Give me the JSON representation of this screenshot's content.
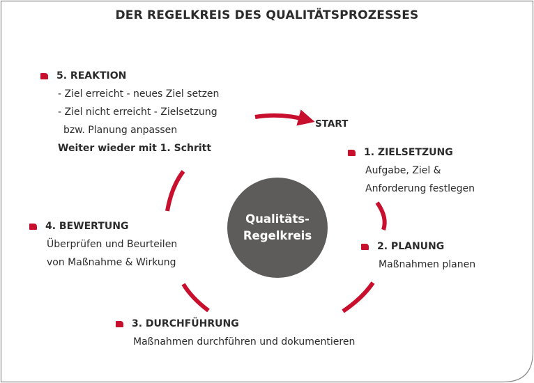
{
  "title": "DER REGELKREIS DES QUALITÄTSPROZESSES",
  "hub": {
    "line1": "Qualitäts-",
    "line2": "Regelkreis"
  },
  "start_label": "START",
  "steps": {
    "reaktion": {
      "heading": "5. REAKTION",
      "lines": [
        "- Ziel erreicht - neues Ziel setzen",
        "- Ziel nicht erreicht - Zielsetzung",
        "bzw. Planung anpassen"
      ],
      "emphasis": "Weiter wieder mit 1. Schritt"
    },
    "zielsetzung": {
      "heading": "1. ZIELSETZUNG",
      "lines": [
        "Aufgabe, Ziel &",
        "Anforderung festlegen"
      ]
    },
    "planung": {
      "heading": "2. PLANUNG",
      "lines": [
        "Maßnahmen planen"
      ]
    },
    "durchfuehrung": {
      "heading": "3. DURCHFÜHRUNG",
      "lines": [
        "Maßnahmen durchführen und dokumentieren"
      ]
    },
    "bewertung": {
      "heading": "4. BEWERTUNG",
      "lines": [
        "Überprüfen und Beurteilen",
        "von Maßnahme & Wirkung"
      ]
    }
  },
  "colors": {
    "accent": "#c8102e",
    "hub": "#5e5c5b",
    "text": "#2b2b2b",
    "frame": "#8a8a8a"
  }
}
